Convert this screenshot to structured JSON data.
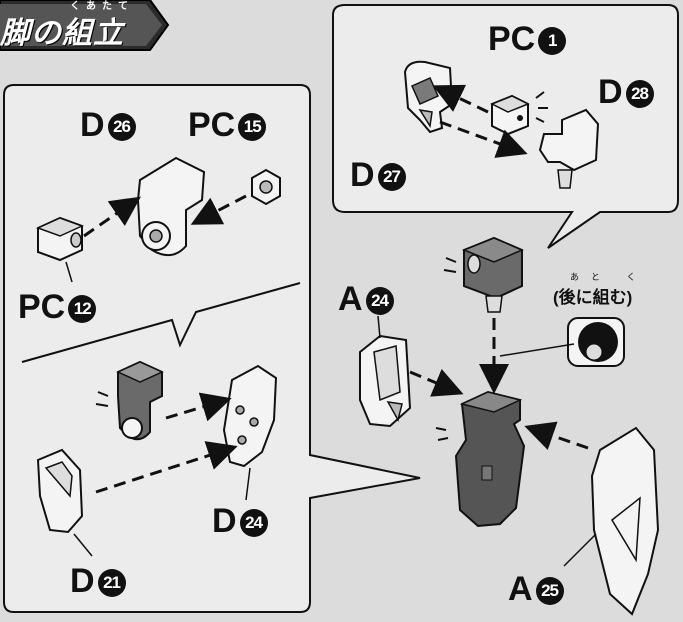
{
  "banner": {
    "title": "脚の組立",
    "ruby": "くあたて"
  },
  "labels": {
    "pc1": {
      "prefix": "PC",
      "num": "1"
    },
    "d28": {
      "prefix": "D",
      "num": "28"
    },
    "d27": {
      "prefix": "D",
      "num": "27"
    },
    "d26": {
      "prefix": "D",
      "num": "26"
    },
    "pc15": {
      "prefix": "PC",
      "num": "15"
    },
    "pc12": {
      "prefix": "PC",
      "num": "12"
    },
    "a24": {
      "prefix": "A",
      "num": "24"
    },
    "d24": {
      "prefix": "D",
      "num": "24"
    },
    "d21": {
      "prefix": "D",
      "num": "21"
    },
    "a25": {
      "prefix": "A",
      "num": "25"
    }
  },
  "note": {
    "text": "(後に組む)",
    "ruby": "あと く"
  },
  "colors": {
    "background": "#dcdcdc",
    "panel": "#ececec",
    "part_light": "#f4f4f4",
    "part_dark": "#6a6a6a",
    "line": "#111111"
  }
}
